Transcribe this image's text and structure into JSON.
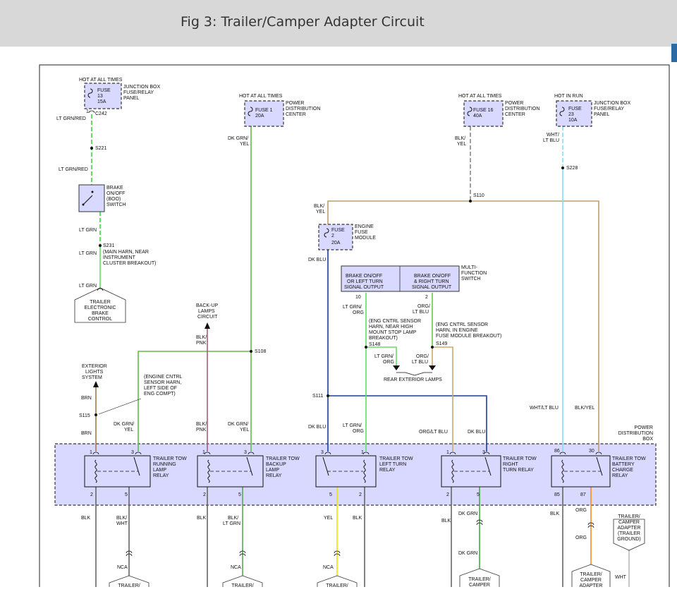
{
  "header": {
    "title": "Fig 3: Trailer/Camper Adapter Circuit"
  },
  "colors": {
    "header_bg": "#d8d8d8",
    "component_fill": "#d9d9ff",
    "lt_grn": "#66dd66",
    "dk_grn": "#66bb44",
    "blk": "#555555",
    "dk_blu": "#1f3c9b",
    "lt_blu": "#88ddee",
    "brn": "#a07a4a",
    "yel": "#e8e800",
    "org": "#ff8c1a",
    "pnk": "#996677"
  },
  "components": {
    "fuse13": {
      "hot": "HOT AT ALL TIMES",
      "name": "FUSE",
      "num": "13",
      "amp": "15A",
      "loc": [
        "JUNCTION BOX",
        "FUSE/RELAY",
        "PANEL"
      ]
    },
    "fuse1": {
      "hot": "HOT AT ALL TIMES",
      "name": "FUSE 1",
      "amp": "20A",
      "loc": [
        "POWER",
        "DISTRIBUTION",
        "CENTER"
      ]
    },
    "fuse16": {
      "hot": "HOT AT ALL TIMES",
      "name": "FUSE 16",
      "amp": "40A",
      "loc": [
        "POWER",
        "DISTRIBUTION",
        "CENTER"
      ]
    },
    "fuse23": {
      "hot": "HOT IN RUN",
      "name": "FUSE",
      "num": "23",
      "amp": "10A",
      "loc": [
        "JUNCTION BOX",
        "FUSE/RELAY",
        "PANEL"
      ]
    },
    "fuse2": {
      "name": "FUSE",
      "num": "2",
      "amp": "20A",
      "loc": [
        "ENGINE",
        "FUSE",
        "MODULE"
      ]
    },
    "boo": [
      "BRAKE",
      "ON/OFF",
      "(BOO)",
      "SWITCH"
    ],
    "mfs": {
      "left": [
        "BRAKE ON/OFF",
        "OR LEFT TURN",
        "SIGNAL OUTPUT"
      ],
      "right": [
        "BRAKE ON/OFF",
        "& RIGHT TURN",
        "SIGNAL OUTPUT"
      ],
      "side": [
        "MULTI-",
        "FUNCTION",
        "SWITCH"
      ],
      "pin_left": "10",
      "pin_right": "2"
    },
    "pdb": [
      "POWER",
      "DISTRIBUTION",
      "BOX"
    ]
  },
  "labels": {
    "ltgrn_red": "LT GRN/RED",
    "c242": "C242",
    "pin1": "1",
    "s221": "S221",
    "ltgrn_red2": "LT GRN/RED",
    "lt_grn": "LT GRN",
    "s231": "S231",
    "s231_note": [
      "(MAIN HARN, NEAR",
      "INSTRUMENT",
      "CLUSTER BREAKOUT)"
    ],
    "lt_grn2": "LT GRN",
    "lt_grn3": "LT GRN",
    "teb": [
      "TRAILER",
      "ELECTRONIC",
      "BRAKE",
      "CONTROL"
    ],
    "dkgrn_yel": [
      "DK GRN/",
      "YEL"
    ],
    "backup": [
      "BACK-UP",
      "LAMPS",
      "CIRCUIT"
    ],
    "blk_pnk": [
      "BLK/",
      "PNK"
    ],
    "s108": "S108",
    "ext": [
      "EXTERIOR",
      "LIGHTS",
      "SYSTEM"
    ],
    "eng_note": [
      "(ENGINE CNTRL",
      "SENSOR HARN,",
      "LEFT SIDE OF",
      "ENG COMPT)"
    ],
    "brn": "BRN",
    "s115": "S115",
    "brn2": "BRN",
    "dkgrn_yel2": [
      "DK GRN/",
      "YEL"
    ],
    "blk_pnk2": [
      "BLK/",
      "PNK"
    ],
    "dkgrn_yel3": [
      "DK GRN/",
      "YEL"
    ],
    "blk_yel": [
      "BLK/",
      "YEL"
    ],
    "s110": "S110",
    "blk_yel2": [
      "BLK/",
      "YEL"
    ],
    "wht_ltblu": [
      "WHT/",
      "LT BLU"
    ],
    "s228": "S228",
    "dk_blu": "DK BLU",
    "ltgrn_org": [
      "LT GRN/",
      "ORG"
    ],
    "org_ltblu": [
      "ORG/",
      "LT BLU"
    ],
    "s148_note": [
      "(ENG CNTRL SENSOR",
      "HARN, NEAR HIGH",
      "MOUNT STOP LAMP",
      "BREAKOUT)"
    ],
    "s149_note": [
      "(ENG CNTRL SENSOR",
      "HARN, IN ENGINE",
      "FUSE MODULE BREAKOUT)"
    ],
    "s148": "S148",
    "s149": "S149",
    "ltgrn_org2": [
      "LT GRN/",
      "ORG"
    ],
    "org_ltblu2": [
      "ORG/",
      "LT BLU"
    ],
    "rear": "REAR EXTERIOR LAMPS",
    "s111": "S111",
    "dk_blu2": "DK BLU",
    "ltgrn_org3": [
      "LT GRN/",
      "ORG"
    ],
    "org_ltblu3": "ORG/LT BLU",
    "dk_blu3": "DK BLU",
    "wht_ltblu2": "WHT/LT BLU",
    "blk_yel3": "BLK/YEL"
  },
  "relays": [
    {
      "name": [
        "TRAILER TOW",
        "RUNNING",
        "LAMP",
        "RELAY"
      ],
      "top_pins": [
        "1",
        "3"
      ],
      "bot_pins": [
        "2",
        "5"
      ]
    },
    {
      "name": [
        "TRAILER TOW",
        "BACKUP",
        "LAMP",
        "RELAY"
      ],
      "top_pins": [
        "1",
        "3"
      ],
      "bot_pins": [
        "2",
        "5"
      ]
    },
    {
      "name": [
        "TRAILER TOW",
        "LEFT TURN",
        "RELAY"
      ],
      "top_pins": [
        "3",
        "1"
      ],
      "bot_pins": [
        "5",
        "2"
      ]
    },
    {
      "name": [
        "TRAILER TOW",
        "RIGHT",
        "TURN RELAY"
      ],
      "top_pins": [
        "1",
        "3"
      ],
      "bot_pins": [
        "2",
        "5"
      ]
    },
    {
      "name": [
        "TRAILER TOW",
        "BATTERY",
        "CHARGE",
        "RELAY"
      ],
      "top_pins": [
        "86",
        "30"
      ],
      "bot_pins": [
        "85",
        "87"
      ]
    }
  ],
  "bottom": {
    "blk1": "BLK",
    "blkwht": [
      "BLK/",
      "WHT"
    ],
    "nca1": "NCA",
    "trl1": "TRAILER/",
    "blk2": "BLK",
    "blkltgrn": [
      "BLK/",
      "LT GRN"
    ],
    "nca2": "NCA",
    "trl2": "TRAILER/",
    "yel": "YEL",
    "blk3": "BLK",
    "nca3": "NCA",
    "trl3": "TRAILER/",
    "blk4": "BLK",
    "dkgrn1": "DK GRN",
    "dkgrn2": "DK GRN",
    "trl4": [
      "TRAILER/",
      "CAMPER"
    ],
    "blk5": "BLK",
    "org1": "ORG",
    "org2": "ORG",
    "trl5": [
      "TRAILER/",
      "CAMPER",
      "ADAPTER"
    ],
    "ground": [
      "TRAILER/",
      "CAMPER",
      "ADAPTER",
      "(TRAILER",
      "GROUND)"
    ],
    "wht": "WHT"
  }
}
